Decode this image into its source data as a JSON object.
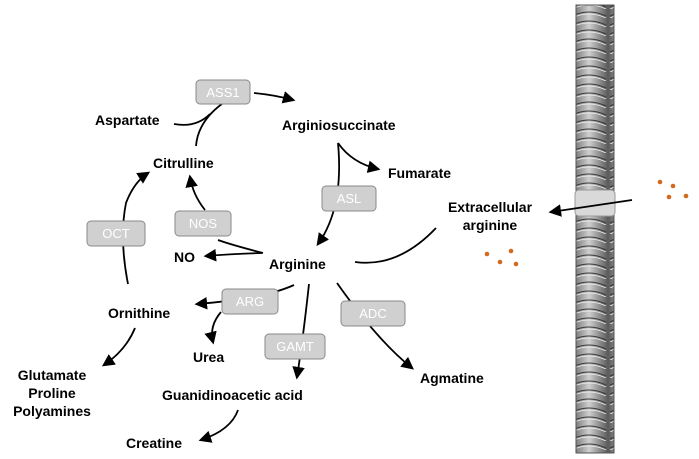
{
  "metabolites": {
    "aspartate": "Aspartate",
    "argininosuccinate": "Arginiosuccinate",
    "citrulline": "Citrulline",
    "fumarate": "Fumarate",
    "arginine": "Arginine",
    "no": "NO",
    "ornithine": "Ornithine",
    "urea": "Urea",
    "guanidinoacetic_acid": "Guanidinoacetic acid",
    "agmatine": "Agmatine",
    "creatine": "Creatine",
    "glutamate": "Glutamate",
    "proline": "Proline",
    "polyamines": "Polyamines",
    "extracellular_line1": "Extracellular",
    "extracellular_line2": "arginine"
  },
  "enzymes": {
    "ass1": "ASS1",
    "asl": "ASL",
    "nos": "NOS",
    "oct": "OCT",
    "arg": "ARG",
    "gamt": "GAMT",
    "adc": "ADC"
  },
  "colors": {
    "enzyme_fill": "#d0d0d0",
    "enzyme_text": "#ffffff",
    "particle": "#d2691e",
    "membrane": "#9a9a9a"
  }
}
